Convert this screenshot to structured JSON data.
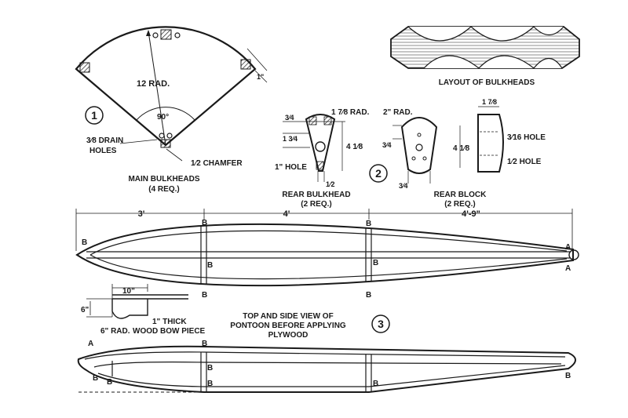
{
  "main_bulkhead": {
    "number": "1",
    "radius": "12 RAD.",
    "angle": "90°",
    "chamfer_dim": "1\"",
    "drain_holes": [
      "3⁄8 DRAIN",
      "HOLES"
    ],
    "chamfer": "1⁄2 CHAMFER",
    "caption": [
      "MAIN BULKHEADS",
      "(4 REQ.)"
    ]
  },
  "layout": {
    "caption": "LAYOUT OF BULKHEADS"
  },
  "rear_bulkhead": {
    "number": "2",
    "top_dim": "3⁄4",
    "side_dim": "1 3⁄4",
    "radius": "1 7⁄8 RAD.",
    "height": "4 1⁄8",
    "hole": "1\" HOLE",
    "bottom_dim": "1⁄2",
    "caption": [
      "REAR BULKHEAD",
      "(2 REQ.)"
    ]
  },
  "rear_block": {
    "radius": "2\" RAD.",
    "width": "1 7⁄8",
    "side_dim": "3⁄4",
    "height": "4 1⁄8",
    "bottom_dim": "3⁄4",
    "hole_small": "3⁄16 HOLE",
    "hole_large": "1⁄2 HOLE",
    "caption": [
      "REAR BLOCK",
      "(2 REQ.)"
    ]
  },
  "top_view": {
    "dims": [
      "3'",
      "4'",
      "4'-9\""
    ],
    "labels": {
      "bulkhead": "B",
      "anchor": "A"
    }
  },
  "bow_detail": {
    "length": "10\"",
    "height": "6\"",
    "radius": "6\" RAD.",
    "caption": [
      "1\" THICK",
      "WOOD BOW PIECE"
    ]
  },
  "side_view": {
    "number": "3",
    "caption": [
      "TOP AND SIDE VIEW OF",
      "PONTOON BEFORE APPLYING",
      "PLYWOOD"
    ],
    "labels": {
      "bulkhead": "B",
      "anchor": "A"
    }
  }
}
